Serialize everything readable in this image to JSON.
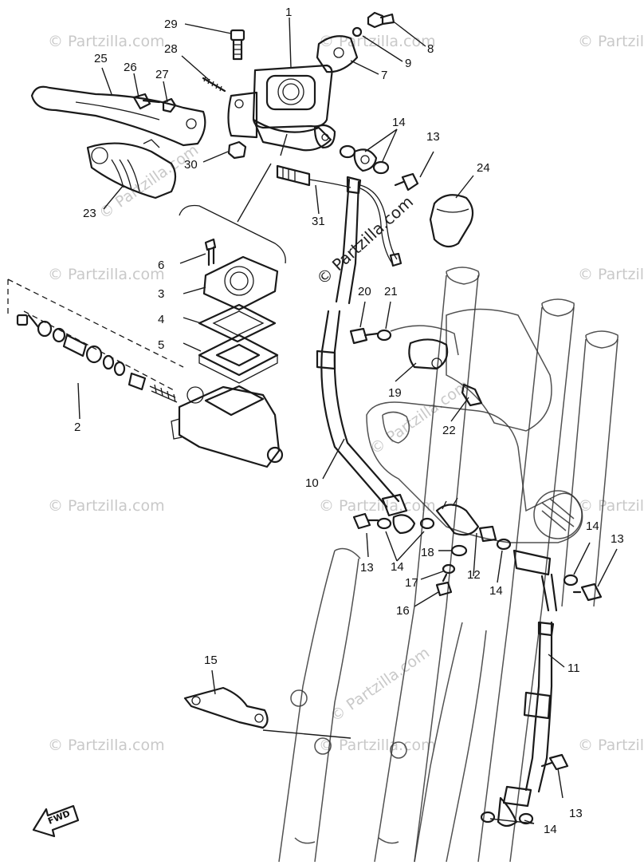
{
  "watermark": {
    "text": "© Partzilla.com",
    "center_text": "© Partzilla.com"
  },
  "direction_marker": "FWD",
  "callouts": [
    "1",
    "2",
    "3",
    "4",
    "5",
    "6",
    "7",
    "8",
    "9",
    "10",
    "11",
    "12",
    "13",
    "13",
    "13",
    "13",
    "14",
    "14",
    "14",
    "14",
    "14",
    "14",
    "15",
    "16",
    "17",
    "18",
    "19",
    "20",
    "21",
    "22",
    "23",
    "24",
    "25",
    "26",
    "27",
    "28",
    "29",
    "30",
    "31"
  ]
}
